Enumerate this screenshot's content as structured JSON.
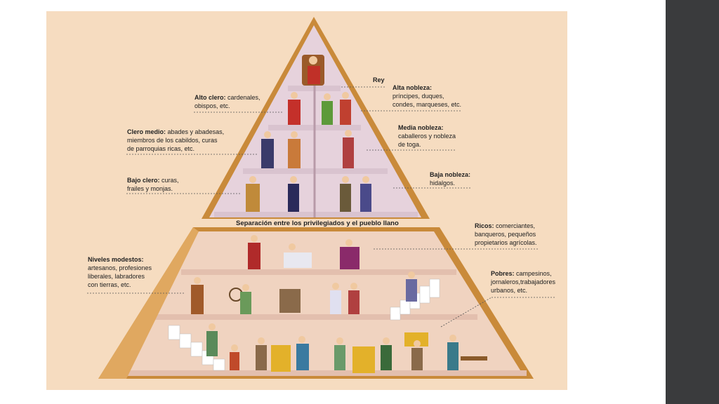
{
  "colors": {
    "panel": "#f6dcc0",
    "pyramid_edge": "#c98a3a",
    "upper_fill": "#e8d6e0",
    "lower_fill": "#f2d6c4",
    "sidebar": "#3a3b3d"
  },
  "labels": {
    "rey": "Rey",
    "alta_nobleza_t": "Alta nobleza:",
    "alta_nobleza_b": "príncipes, duques,",
    "alta_nobleza_b2": "condes, marqueses, etc.",
    "alto_clero_t": "Alto clero:",
    "alto_clero_b": "cardenales,",
    "alto_clero_b2": "obispos, etc.",
    "media_nobleza_t": "Media nobleza:",
    "media_nobleza_b": "caballeros y nobleza",
    "media_nobleza_b2": "de toga.",
    "clero_medio_t": "Clero medio:",
    "clero_medio_b": "abades y abadesas,",
    "clero_medio_b2": "miembros de los cabildos, curas",
    "clero_medio_b3": "de parroquias ricas, etc.",
    "baja_nobleza_t": "Baja nobleza:",
    "baja_nobleza_b": "hidalgos.",
    "bajo_clero_t": "Bajo clero:",
    "bajo_clero_b": "curas,",
    "bajo_clero_b2": "frailes y monjas.",
    "separacion": "Separación entre los privilegiados y el pueblo llano",
    "ricos_t": "Ricos:",
    "ricos_b": "comerciantes,",
    "ricos_b2": "banqueros, pequeños",
    "ricos_b3": "propietarios agrícolas.",
    "niveles_t": "Niveles modestos:",
    "niveles_b": "artesanos, profesiones",
    "niveles_b2": "liberales, labradores",
    "niveles_b3": "con tierras, etc.",
    "pobres_t": "Pobres:",
    "pobres_b": "campesinos,",
    "pobres_b2": "jornaleros,trabajadores",
    "pobres_b3": "urbanos, etc."
  }
}
